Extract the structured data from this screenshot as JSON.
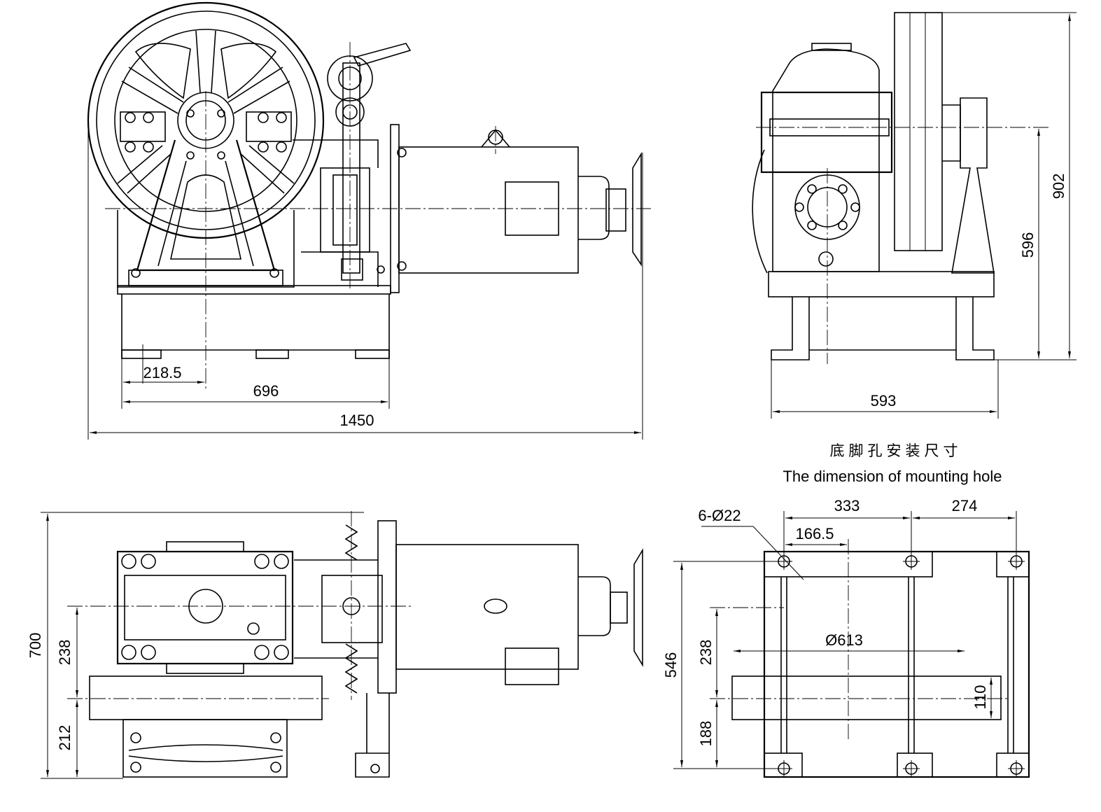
{
  "front_view": {
    "dims": {
      "d1": "218.5",
      "d2": "696",
      "d3": "1450"
    }
  },
  "side_view": {
    "dims": {
      "d1": "902",
      "d2": "596",
      "d3": "593"
    }
  },
  "top_view": {
    "dims": {
      "d1": "700",
      "d2": "238",
      "d3": "212"
    }
  },
  "mounting": {
    "title_cn": "底脚孔安装尺寸",
    "title_en": "The dimension of mounting hole",
    "dims": {
      "holes": "6-Ø22",
      "d333": "333",
      "d274": "274",
      "d166": "166.5",
      "d613": "Ø613",
      "d546": "546",
      "d238": "238",
      "d188": "188",
      "d110": "110"
    }
  }
}
